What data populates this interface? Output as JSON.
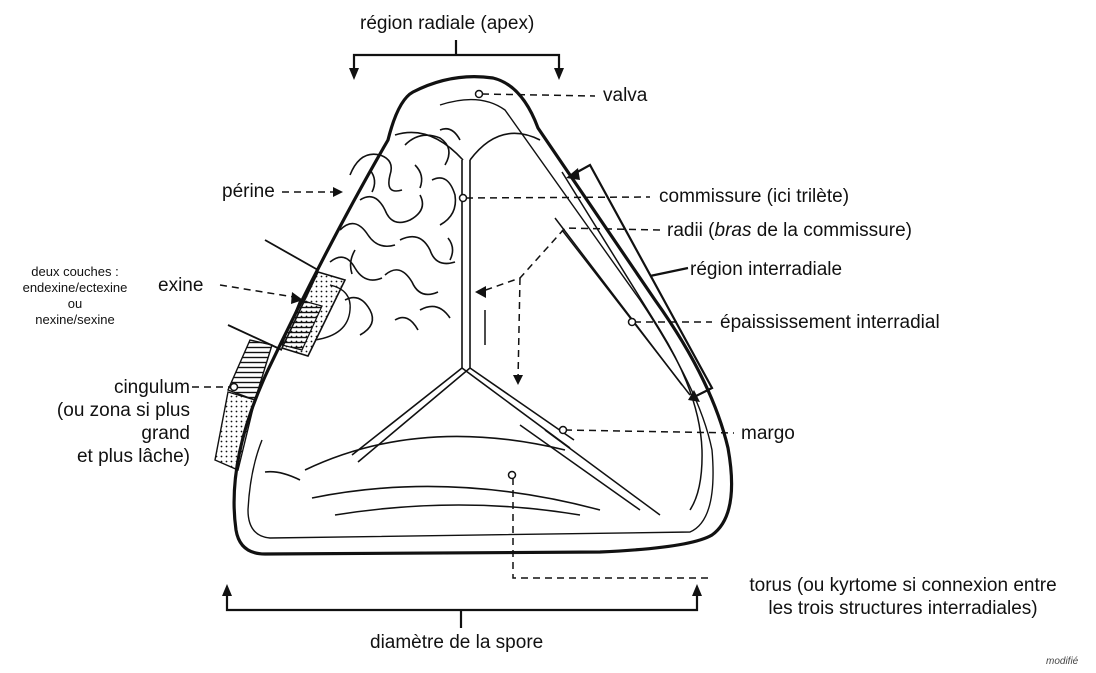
{
  "labels": {
    "region_radiale": "région radiale (apex)",
    "valva": "valva",
    "commissure": "commissure (ici trilète)",
    "radii_pre": "radii (",
    "radii_italic": "bras",
    "radii_post": " de la commissure)",
    "region_interradiale": "région interradiale",
    "epaississement": "épaississement interradial",
    "margo": "margo",
    "torus_line1": "torus (ou kyrtome si connexion entre",
    "torus_line2": "les trois structures interradiales)",
    "diametre": "diamètre de la spore",
    "perine": "périne",
    "exine": "exine",
    "deux_couches": [
      "deux couches :",
      "endexine/ectexine",
      "ou",
      "nexine/sexine"
    ],
    "cingulum": [
      "cingulum",
      "(ou zona si plus",
      "grand",
      "et plus lâche)"
    ],
    "modifie": "modifié"
  }
}
